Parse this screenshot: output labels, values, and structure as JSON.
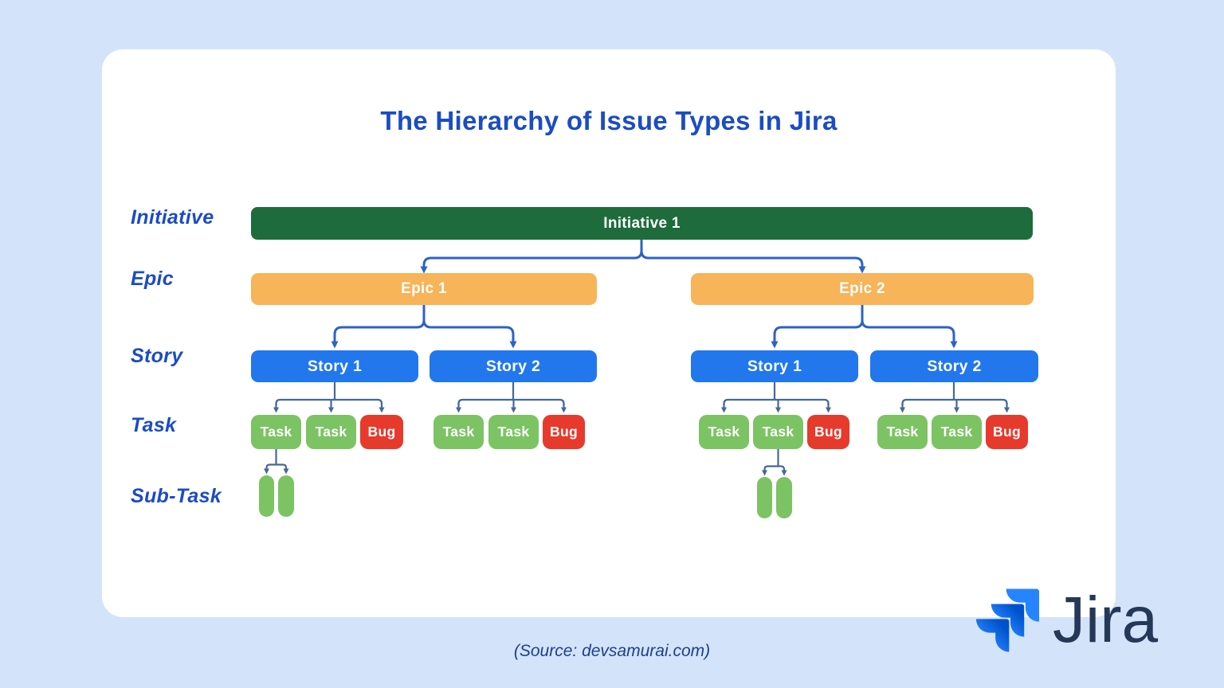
{
  "title": "The Hierarchy of Issue Types in Jira",
  "row_labels": [
    "Initiative",
    "Epic",
    "Story",
    "Task",
    "Sub-Task"
  ],
  "tree": {
    "initiative": {
      "label": "Initiative 1"
    },
    "epics": [
      {
        "label": "Epic 1"
      },
      {
        "label": "Epic 2"
      }
    ],
    "stories": [
      {
        "label": "Story 1"
      },
      {
        "label": "Story 2"
      },
      {
        "label": "Story 1"
      },
      {
        "label": "Story 2"
      }
    ],
    "task_groups": [
      {
        "parent_story": "Epic 1 / Story 1",
        "items": [
          "Task",
          "Task",
          "Bug"
        ]
      },
      {
        "parent_story": "Epic 1 / Story 2",
        "items": [
          "Task",
          "Task",
          "Bug"
        ]
      },
      {
        "parent_story": "Epic 2 / Story 1",
        "items": [
          "Task",
          "Task",
          "Bug"
        ]
      },
      {
        "parent_story": "Epic 2 / Story 2",
        "items": [
          "Task",
          "Task",
          "Bug"
        ]
      }
    ],
    "subtask_groups": [
      {
        "parent": "Epic 1 / Story 1 / Task 1",
        "count": 2
      },
      {
        "parent": "Epic 2 / Story 1 / Task 2",
        "count": 2
      }
    ]
  },
  "footer": {
    "source_note": "(Source: devsamurai.com)"
  },
  "logo": {
    "wordmark": "Jira"
  },
  "colors": {
    "page_background": "#d3e4fa",
    "card_background": "#ffffff",
    "title_text": "#1b4cc4",
    "initiative_bar": "#1e6c3b",
    "epic_bar": "#f7b458",
    "story_bar": "#2277ed",
    "task_box": "#7cc364",
    "bug_box": "#e63a2d",
    "subtask_pill": "#7cc364",
    "connector_primary": "#2e63c4",
    "connector_secondary": "#46679a",
    "logo_mark_blue": "#2684FF",
    "logo_mark_blue_dark": "#0052CC",
    "logo_wordmark_text": "#253858",
    "source_text": "#1d3f8c"
  }
}
